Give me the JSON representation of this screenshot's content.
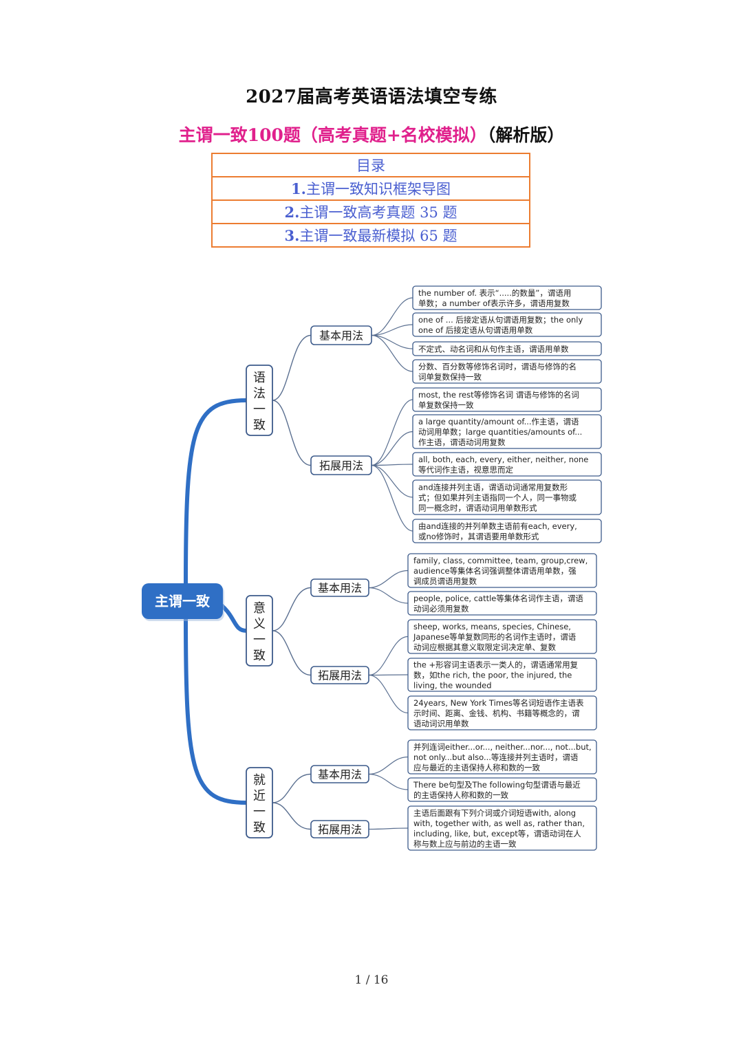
{
  "header": {
    "title": "2027届高考英语语法填空专练",
    "subtitle_pink": "主谓一致100题（高考真题+名校模拟）",
    "subtitle_black": "（解析版）"
  },
  "toc": {
    "heading": "目录",
    "items": [
      {
        "num": "1.",
        "text": "主谓一致知识框架导图"
      },
      {
        "num": "2.",
        "text": "主谓一致高考真题 35 题"
      },
      {
        "num": "3.",
        "text": "主谓一致最新模拟 65 题"
      }
    ]
  },
  "mindmap": {
    "root": "主谓一致",
    "colors": {
      "root_bg": "#2f6fc5",
      "branch_line": "#2f6fc5",
      "node_border": "#3c5a8a",
      "leaf_border": "#3c5a8a"
    },
    "categories": [
      {
        "chars": [
          "语",
          "法",
          "一",
          "致"
        ],
        "groups": [
          {
            "label": "基本用法",
            "leaves": [
              [
                "the number of. 表示“.....的数量”，谓语用",
                "单数；a number of表示许多，谓语用复数"
              ],
              [
                "one of ... 后接定语从句谓语用复数；the only",
                "one of 后接定语从句谓语用单数"
              ],
              [
                "不定式、动名词和从句作主语，谓语用单数"
              ],
              [
                "分数、百分数等修饰名词时，谓语与修饰的名",
                "词单复数保持一致"
              ]
            ]
          },
          {
            "label": "拓展用法",
            "leaves": [
              [
                "most, the rest等修饰名词 谓语与修饰的名词",
                "单复数保持一致"
              ],
              [
                "a large quantity/amount of...作主语，谓语",
                "动词用单数；large quantities/amounts of...",
                "作主语，谓语动词用复数"
              ],
              [
                "all, both, each, every, either, neither, none",
                "等代词作主语，视意思而定"
              ],
              [
                "and连接并列主语，谓语动词通常用复数形",
                "式；但如果并列主语指同一个人，同一事物或",
                "同一概念时，谓语动词用单数形式"
              ],
              [
                "由and连接的并列单数主语前有each, every,",
                "或no修饰时，其谓语要用单数形式"
              ]
            ]
          }
        ]
      },
      {
        "chars": [
          "意",
          "义",
          "一",
          "致"
        ],
        "groups": [
          {
            "label": "基本用法",
            "leaves": [
              [
                "family, class, committee, team, group,crew,",
                "audience等集体名词强调整体谓语用单数，强",
                "调成员谓语用复数"
              ],
              [
                "people, police, cattle等集体名词作主语，谓语",
                "动词必须用复数"
              ]
            ]
          },
          {
            "label": "拓展用法",
            "leaves": [
              [
                "sheep, works, means, species, Chinese,",
                "Japanese等单复数同形的名词作主语时，谓语",
                "动词应根据其意义取限定词决定单、复数"
              ],
              [
                "the +形容词主语表示一类人的，谓语通常用复",
                "数，如the rich, the poor, the injured, the",
                "living, the wounded"
              ],
              [
                "24years, New York Times等名词短语作主语表",
                "示时间、距离、金钱、机构、书籍等概念的，谓",
                "语动词识用单数"
              ]
            ]
          }
        ]
      },
      {
        "chars": [
          "就",
          "近",
          "一",
          "致"
        ],
        "groups": [
          {
            "label": "基本用法",
            "leaves": [
              [
                "并列连词either...or..., neither...nor..., not...but,",
                "not only...but also...等连接并列主语时，谓语",
                "应与最近的主语保持人称和数的一致"
              ],
              [
                "There be句型及The following句型谓语与最近",
                "的主语保持人称和数的一致"
              ]
            ]
          },
          {
            "label": "拓展用法",
            "leaves": [
              [
                "主语后面跟有下列介词或介词短语with, along",
                "with, together with, as well as, rather than,",
                "including, like, but, except等，谓语动词在人",
                "称与数上应与前边的主语一致"
              ]
            ]
          }
        ]
      }
    ]
  },
  "footer": {
    "page": "1 / 16"
  }
}
